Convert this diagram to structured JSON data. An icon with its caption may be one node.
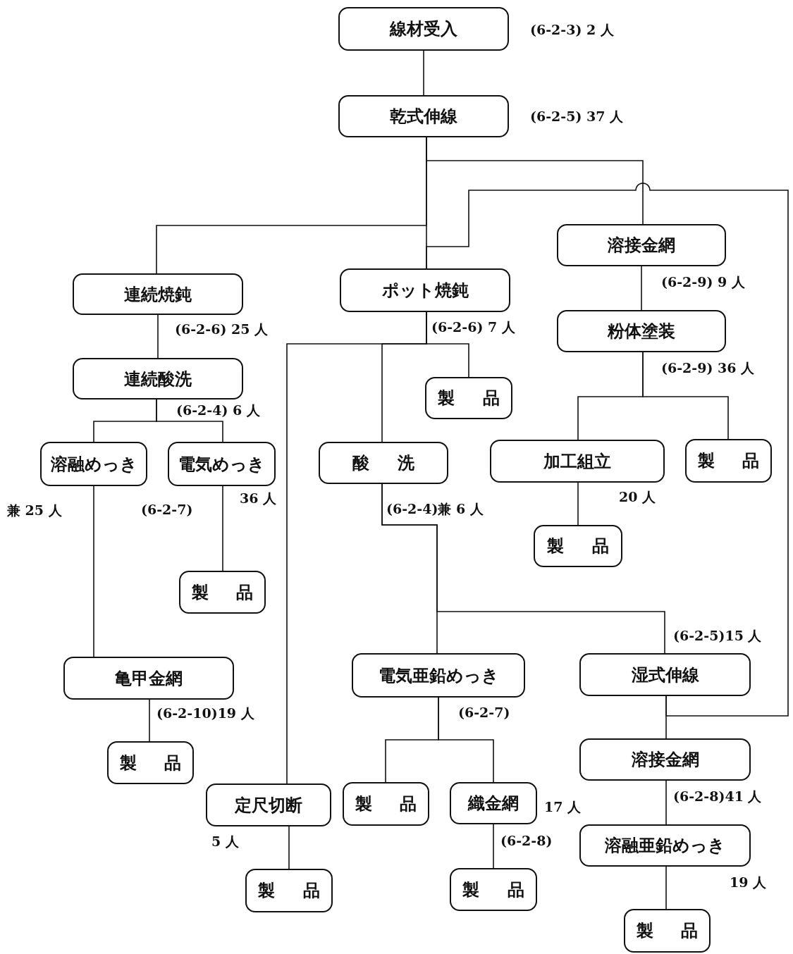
{
  "diagram": {
    "nodes": [
      {
        "text": [
          "線材受入"
        ],
        "beside": [
          "(6-2-3) 2 人"
        ]
      },
      {
        "text": [
          "乾式伸線"
        ],
        "beside": [
          "(6-2-5) 37 人"
        ]
      },
      {
        "text": [
          "溶接金網"
        ],
        "beside": [
          "(6-2-9) 9 人"
        ]
      },
      {
        "text": [
          "連続焼鈍"
        ],
        "beside": [
          "(6-2-6) 25 人"
        ]
      },
      {
        "text": [
          "ポット焼鈍"
        ],
        "beside": [
          "(6-2-6) 7 人"
        ]
      },
      {
        "text": [
          "粉体塗装"
        ],
        "beside": [
          "(6-2-9) 36 人"
        ]
      },
      {
        "text": [
          "連続酸洗"
        ],
        "beside": [
          "(6-2-4) 6 人"
        ]
      },
      {
        "text": [
          "製 品"
        ]
      },
      {
        "text": [
          "溶融めっき"
        ],
        "beside": [
          "兼 25 人"
        ]
      },
      {
        "text": [
          "電気めっき"
        ],
        "beside": [
          "(6-2-7)",
          "36 人"
        ]
      },
      {
        "text": [
          "酸 洗"
        ],
        "beside": [
          "(6-2-4)兼 6 人"
        ]
      },
      {
        "text": [
          "加工組立"
        ],
        "beside": [
          "20 人"
        ]
      },
      {
        "text": [
          "製 品"
        ]
      },
      {
        "text": [
          "製 品"
        ]
      },
      {
        "text": [
          "製 品"
        ]
      },
      {
        "text": [
          "亀甲金網"
        ],
        "beside": [
          "(6-2-10)19 人"
        ]
      },
      {
        "text": [
          "電気亜鉛めっき"
        ],
        "beside": [
          "(6-2-7)"
        ]
      },
      {
        "text": [
          "湿式伸線"
        ],
        "beside": [
          "(6-2-5)15 人"
        ]
      },
      {
        "text": [
          "溶接金網"
        ],
        "beside": [
          "(6-2-8)41 人"
        ]
      },
      {
        "text": [
          "製 品"
        ]
      },
      {
        "text": [
          "定尺切断"
        ],
        "beside": [
          "5 人"
        ]
      },
      {
        "text": [
          "製 品"
        ]
      },
      {
        "text": [
          "織金網"
        ],
        "beside": [
          "17 人",
          "(6-2-8)"
        ]
      },
      {
        "text": [
          "溶融亜鉛めっき"
        ],
        "beside": [
          "19 人"
        ]
      },
      {
        "text": [
          "製 品"
        ]
      },
      {
        "text": [
          "製 品"
        ]
      },
      {
        "text": [
          "製 品"
        ]
      }
    ],
    "edges": [
      {
        "from": 0,
        "to": 1,
        "arrow": "none"
      },
      {
        "from": 1,
        "to": 2,
        "arrow": "none"
      },
      {
        "from": 1,
        "to": 3,
        "arrow": "none"
      },
      {
        "from": 1,
        "to": 4,
        "arrow": "none"
      },
      {
        "from": 17,
        "to": 4,
        "arrow": "none"
      },
      {
        "from": 2,
        "to": 5,
        "arrow": "none"
      },
      {
        "from": 3,
        "to": 6,
        "arrow": "none"
      },
      {
        "from": 4,
        "to": 7,
        "arrow": "none"
      },
      {
        "from": 4,
        "to": 10,
        "arrow": "none"
      },
      {
        "from": 4,
        "to": 20,
        "arrow": "none"
      },
      {
        "from": 5,
        "to": 11,
        "arrow": "none"
      },
      {
        "from": 5,
        "to": 12,
        "arrow": "none"
      },
      {
        "from": 6,
        "to": 8,
        "arrow": "none"
      },
      {
        "from": 6,
        "to": 9,
        "arrow": "none"
      },
      {
        "from": 8,
        "to": 15,
        "arrow": "none"
      },
      {
        "from": 9,
        "to": 14,
        "arrow": "none"
      },
      {
        "from": 10,
        "to": 16,
        "arrow": "none"
      },
      {
        "from": 10,
        "to": 17,
        "arrow": "none"
      },
      {
        "from": 11,
        "to": 13,
        "arrow": "none"
      },
      {
        "from": 15,
        "to": 19,
        "arrow": "none"
      },
      {
        "from": 16,
        "to": 21,
        "arrow": "none"
      },
      {
        "from": 16,
        "to": 22,
        "arrow": "none"
      },
      {
        "from": 17,
        "to": 18,
        "arrow": "none"
      },
      {
        "from": 18,
        "to": 23,
        "arrow": "none"
      },
      {
        "from": 23,
        "to": 26,
        "arrow": "none"
      },
      {
        "from": 20,
        "to": 24,
        "arrow": "none"
      },
      {
        "from": 22,
        "to": 25,
        "arrow": "none"
      }
    ]
  }
}
